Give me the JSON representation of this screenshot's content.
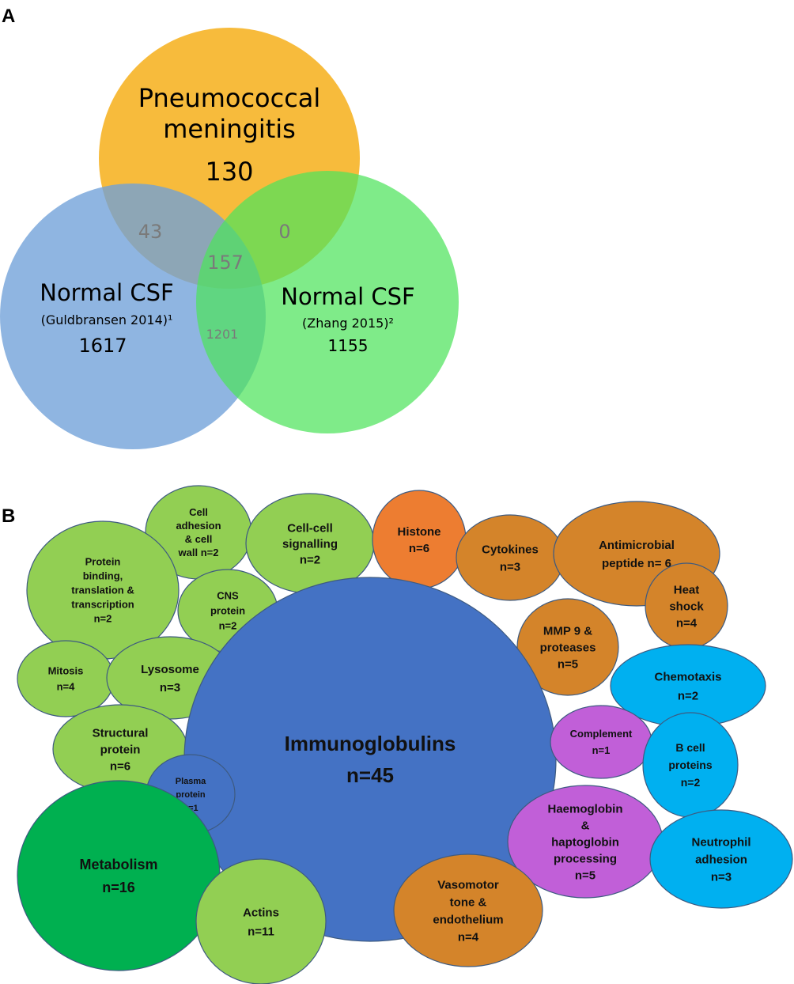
{
  "panel_a": {
    "letter": "A",
    "sets": [
      {
        "line1": "Pneumococcal",
        "line2": "meningitis",
        "sub": "",
        "count": "130",
        "color": "#f7b731"
      },
      {
        "line1": "Normal CSF",
        "line2": "",
        "sub": "(Guldbransen 2014)¹",
        "count": "1617",
        "color": "#6fa0d8"
      },
      {
        "line1": "Normal CSF",
        "line2": "",
        "sub": "(Zhang 2015)²",
        "count": "1155",
        "color": "#4de35b"
      }
    ],
    "overlaps": {
      "pneumo_guldbransen": "43",
      "pneumo_zhang": "0",
      "all_three": "157",
      "guldbransen_zhang": "1201"
    }
  },
  "panel_b": {
    "letter": "B",
    "colors": {
      "light_green": "#92cf53",
      "dark_green": "#00b050",
      "blue": "#4472c4",
      "orange": "#ed7d31",
      "brown_orange": "#d4842a",
      "cyan": "#00b0f0",
      "purple": "#c15fd8"
    },
    "bubbles": [
      {
        "id": "cell-adhesion",
        "lines": [
          "Cell",
          "adhesion",
          "& cell",
          "wall n=2"
        ],
        "color": "#92cf53"
      },
      {
        "id": "cell-cell-signalling",
        "lines": [
          "Cell-cell",
          "signalling",
          "n=2"
        ],
        "color": "#92cf53"
      },
      {
        "id": "histone",
        "lines": [
          "Histone",
          "n=6"
        ],
        "color": "#ed7d31"
      },
      {
        "id": "cytokines",
        "lines": [
          "Cytokines",
          "n=3"
        ],
        "color": "#d4842a"
      },
      {
        "id": "antimicrobial-peptide",
        "lines": [
          "Antimicrobial",
          "peptide n= 6"
        ],
        "color": "#d4842a"
      },
      {
        "id": "protein-binding",
        "lines": [
          "Protein",
          "binding,",
          "translation &",
          "transcription",
          "n=2"
        ],
        "color": "#92cf53"
      },
      {
        "id": "cns-protein",
        "lines": [
          "CNS",
          "protein",
          "n=2"
        ],
        "color": "#92cf53"
      },
      {
        "id": "heat-shock",
        "lines": [
          "Heat",
          "shock",
          "n=4"
        ],
        "color": "#d4842a"
      },
      {
        "id": "mmp9-proteases",
        "lines": [
          "MMP 9 &",
          "proteases",
          "n=5"
        ],
        "color": "#d4842a"
      },
      {
        "id": "mitosis",
        "lines": [
          "Mitosis",
          "n=4"
        ],
        "color": "#92cf53"
      },
      {
        "id": "lysosome",
        "lines": [
          "Lysosome",
          "n=3"
        ],
        "color": "#92cf53"
      },
      {
        "id": "chemotaxis",
        "lines": [
          "Chemotaxis",
          "n=2"
        ],
        "color": "#00b0f0"
      },
      {
        "id": "structural-protein",
        "lines": [
          "Structural",
          "protein",
          "n=6"
        ],
        "color": "#92cf53"
      },
      {
        "id": "immunoglobulins",
        "lines": [
          "Immunoglobulins",
          "n=45"
        ],
        "color": "#4472c4"
      },
      {
        "id": "complement",
        "lines": [
          "Complement",
          "n=1"
        ],
        "color": "#c15fd8"
      },
      {
        "id": "b-cell-proteins",
        "lines": [
          "B cell",
          "proteins",
          "n=2"
        ],
        "color": "#00b0f0"
      },
      {
        "id": "plasma-protein",
        "lines": [
          "Plasma",
          "protein",
          "n=1"
        ],
        "color": "#4472c4"
      },
      {
        "id": "haemoglobin",
        "lines": [
          "Haemoglobin",
          "&",
          "haptoglobin",
          "processing",
          "n=5"
        ],
        "color": "#c15fd8"
      },
      {
        "id": "neutrophil-adhesion",
        "lines": [
          "Neutrophil",
          "adhesion",
          "n=3"
        ],
        "color": "#00b0f0"
      },
      {
        "id": "metabolism",
        "lines": [
          "Metabolism",
          "n=16"
        ],
        "color": "#00b050"
      },
      {
        "id": "vasomotor",
        "lines": [
          "Vasomotor",
          "tone &",
          "endothelium",
          "n=4"
        ],
        "color": "#d4842a"
      },
      {
        "id": "actins",
        "lines": [
          "Actins",
          "n=11"
        ],
        "color": "#92cf53"
      }
    ]
  }
}
